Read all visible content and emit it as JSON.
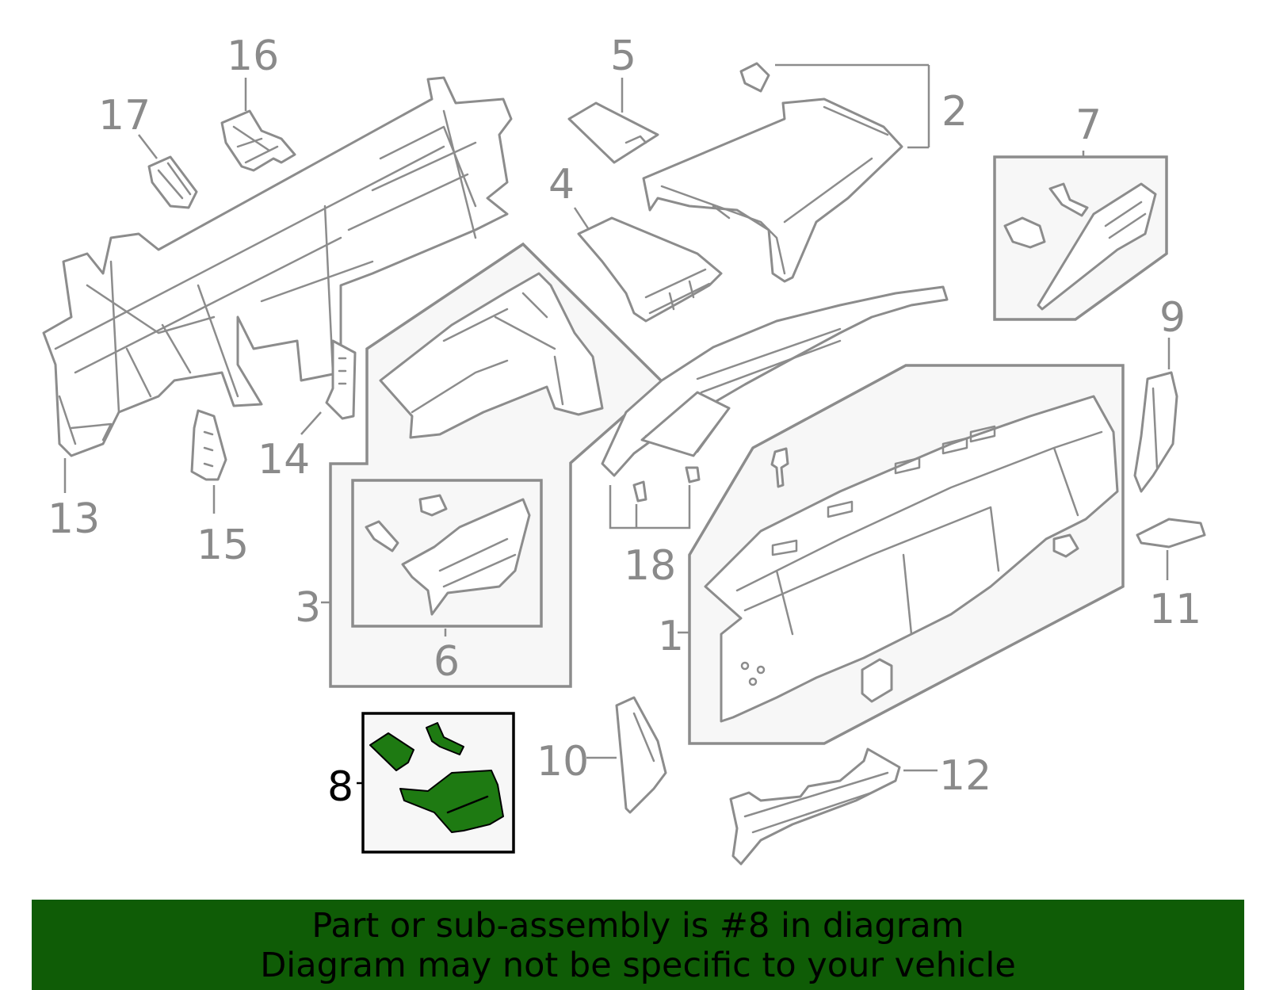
{
  "callouts": [
    {
      "id": "1",
      "label": "1",
      "highlighted": false
    },
    {
      "id": "2",
      "label": "2",
      "highlighted": false
    },
    {
      "id": "3",
      "label": "3",
      "highlighted": false
    },
    {
      "id": "4",
      "label": "4",
      "highlighted": false
    },
    {
      "id": "5",
      "label": "5",
      "highlighted": false
    },
    {
      "id": "6",
      "label": "6",
      "highlighted": false
    },
    {
      "id": "7",
      "label": "7",
      "highlighted": false
    },
    {
      "id": "8",
      "label": "8",
      "highlighted": true
    },
    {
      "id": "9",
      "label": "9",
      "highlighted": false
    },
    {
      "id": "10",
      "label": "10",
      "highlighted": false
    },
    {
      "id": "11",
      "label": "11",
      "highlighted": false
    },
    {
      "id": "12",
      "label": "12",
      "highlighted": false
    },
    {
      "id": "13",
      "label": "13",
      "highlighted": false
    },
    {
      "id": "14",
      "label": "14",
      "highlighted": false
    },
    {
      "id": "15",
      "label": "15",
      "highlighted": false
    },
    {
      "id": "16",
      "label": "16",
      "highlighted": false
    },
    {
      "id": "17",
      "label": "17",
      "highlighted": false
    },
    {
      "id": "18",
      "label": "18",
      "highlighted": false
    }
  ],
  "colors": {
    "highlight_part": "#1e7a12",
    "banner_background": "#0f5c06",
    "line_art": "#8c8c8c",
    "group_box_fill": "#f7f7f7"
  },
  "banner": {
    "line1": "Part or sub-assembly is #8 in diagram",
    "line2": "Diagram may not be specific to your vehicle"
  }
}
